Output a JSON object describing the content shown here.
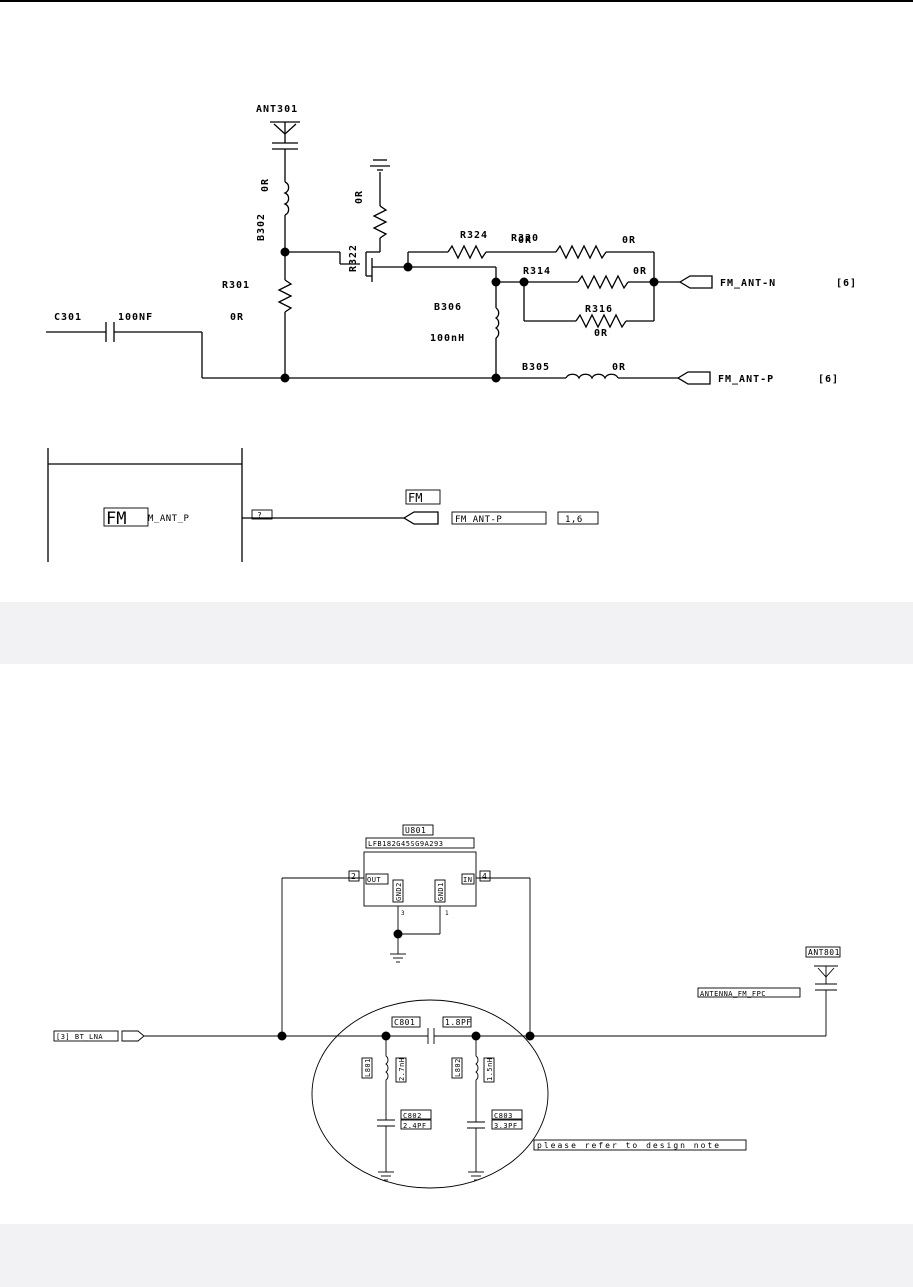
{
  "fm_schematic": {
    "ant301": "ANT301",
    "b302_value": "0R",
    "b302_ref": "B302",
    "r322_value": "0R",
    "r322_ref": "R322",
    "r324_ref": "R324",
    "r320_ref": "R320",
    "r320_value": "0R",
    "r320_value_end": "0R",
    "r314_ref": "R314",
    "r314_value": "0R",
    "r316_ref": "R316",
    "r316_value": "0R",
    "fm_ant_n": "FM_ANT-N",
    "fm_ant_n_page": "[6]",
    "r301_ref": "R301",
    "r301_value": "0R",
    "c301_ref": "C301",
    "c301_value": "100NF",
    "b306_ref": "B306",
    "b306_value": "100nH",
    "b305_ref": "B305",
    "b305_value": "0R",
    "fm_ant_p": "FM_ANT-P",
    "fm_ant_p_page": "[6]"
  },
  "fm_block": {
    "block_label": "FM",
    "pin_name": "M_ANT_P",
    "pin_number": "?",
    "net_label": "FM",
    "port_name": "FM_ANT-P",
    "port_page": "1,6"
  },
  "bt_schematic": {
    "u801_ref": "U801",
    "u801_part": "LFB182G45SG9A293",
    "pin2": "2",
    "pin4": "4",
    "pin_out": "OUT",
    "pin_in": "IN",
    "pin_gnd2": "GND2",
    "pin_gnd1": "GND1",
    "pin_gnd_num_a": "3",
    "pin_gnd_num_b": "1",
    "ant801": "ANT801",
    "antenna_net": "ANTENNA_FM_FPC",
    "bt_port": "[3] BT_LNA",
    "c801_ref": "C801",
    "c801_value": "1.8PF",
    "l801_ref": "L801",
    "l801_value": "2.7nH",
    "l802_ref": "L802",
    "l802_value": "1.5nH",
    "c802_ref": "C802",
    "c802_value": "2.4PF",
    "c803_ref": "C803",
    "c803_value": "3.3PF",
    "design_note": "please refer to design note"
  }
}
